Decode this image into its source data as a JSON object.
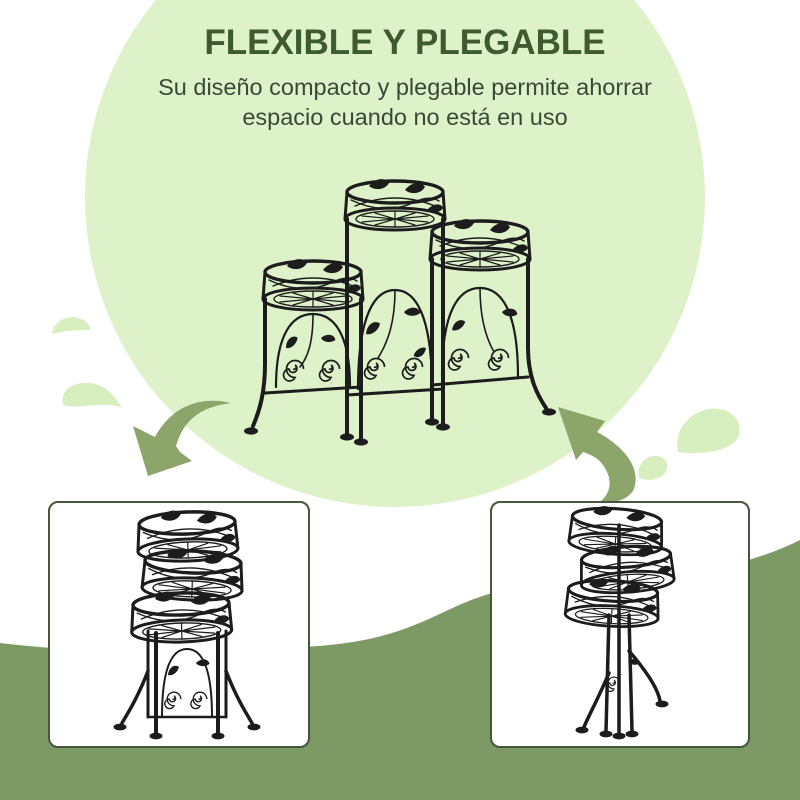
{
  "hero": {
    "title": "FLEXIBLE Y PLEGABLE",
    "subtitle_lines": [
      "Su diseño compacto y plegable permite ahorrar",
      "espacio cuando no está en uso"
    ]
  },
  "colors": {
    "background": "#ffffff",
    "hero_circle": "#ddf2c8",
    "leaf_drop": "#d7efbf",
    "arrow": "#8ba56b",
    "hill": "#7e9a64",
    "title_text": "#3e5a30",
    "subtitle_text": "#3a4836",
    "card_border": "#44573c",
    "card_background": "#ffffff",
    "product_metal": "#1c1c1c"
  },
  "icons": {
    "arrow_left": "curved-arrow-down-left",
    "arrow_right": "curved-arrow-up-left",
    "drops": "leaf-drop"
  }
}
